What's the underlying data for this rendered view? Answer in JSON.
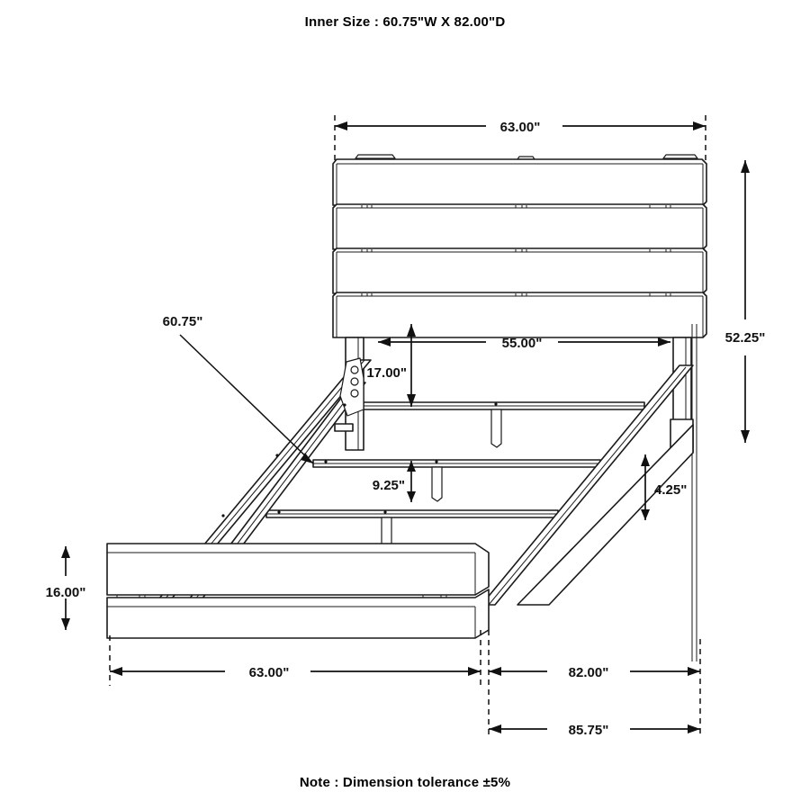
{
  "drawing": {
    "title": "Inner Size : 60.75\"W X 82.00\"D",
    "note": "Note : Dimension tolerance ±5%",
    "subject": "platform-bed-dimension-drawing",
    "units": "inches",
    "line_color": "#111111",
    "fill_color": "#ffffff"
  },
  "dimensions": {
    "headboard_width_top": "63.00\"",
    "headboard_height": "52.25\"",
    "inner_slat_width": "60.75\"",
    "inner_clear_width": "55.00\"",
    "headboard_clearance": "17.00\"",
    "slat_spacing": "9.25\"",
    "rail_underclearance": "4.25\"",
    "footboard_height": "16.00\"",
    "footboard_width": "63.00\"",
    "bed_depth": "82.00\"",
    "overall_depth": "85.75\""
  },
  "labels": {
    "top_width": "63.00\"",
    "right_height": "52.25\"",
    "leader_inner": "60.75\"",
    "inner_span": "55.00\"",
    "head_clearance": "17.00\"",
    "slat_gap": "9.25\"",
    "rail_clear": "4.25\"",
    "foot_height": "16.00\"",
    "bottom_left": "63.00\"",
    "bottom_right": "82.00\"",
    "bottom_overall": "85.75\""
  },
  "parts": {
    "headboard_slat_count": 4,
    "footboard_slat_count": 2,
    "platform_slat_count": 4,
    "support_leg_count": 4
  }
}
